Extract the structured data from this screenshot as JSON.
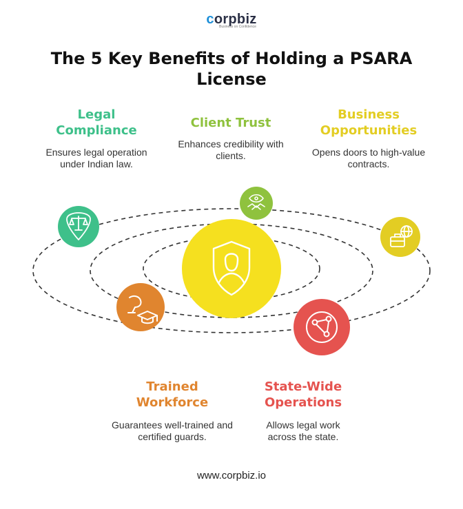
{
  "brand": {
    "name_prefix": "c",
    "name_rest": "orpbiz",
    "tagline": "Business on Confidence"
  },
  "title": "The 5 Key Benefits of Holding a PSARA License",
  "benefits": [
    {
      "heading": "Legal Compliance",
      "description": "Ensures legal operation under Indian law.",
      "color": "#3ec08a",
      "icon": "scales-icon"
    },
    {
      "heading": "Client Trust",
      "description": "Enhances credibility with clients.",
      "color": "#8fc23e",
      "icon": "handshake-eye-icon"
    },
    {
      "heading": "Business Opportunities",
      "description": "Opens doors to high-value contracts.",
      "color": "#e3cd23",
      "icon": "briefcase-globe-icon"
    },
    {
      "heading": "Trained Workforce",
      "description": "Guarantees well-trained and certified guards.",
      "color": "#e0852f",
      "icon": "graduation-cap-icon"
    },
    {
      "heading": "State-Wide Operations",
      "description": "Allows legal work across the state.",
      "color": "#e5534f",
      "icon": "network-map-icon"
    }
  ],
  "center": {
    "color": "#f5e01f",
    "icon": "shield-guard-icon"
  },
  "footer": "www.corpbiz.io"
}
